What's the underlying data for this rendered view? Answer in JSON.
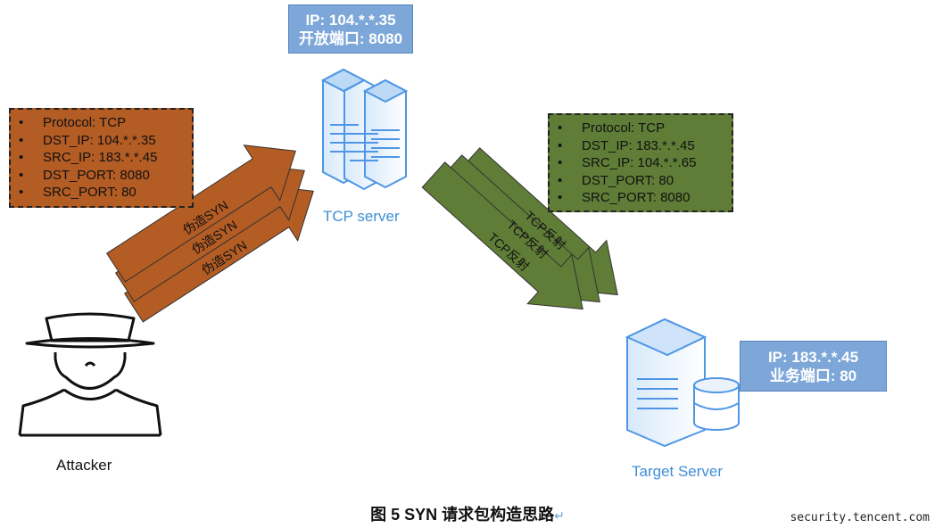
{
  "tcp_server": {
    "ip": "IP: 104.*.*.35",
    "port": "开放端口: 8080",
    "label": "TCP server"
  },
  "target_server": {
    "ip": "IP: 183.*.*.45",
    "port": "业务端口: 80",
    "label": "Target Server"
  },
  "attacker": {
    "label": "Attacker"
  },
  "syn_packet": {
    "fields": [
      "Protocol: TCP",
      "DST_IP: 104.*.*.35",
      "SRC_IP: 183.*.*.45",
      "DST_PORT: 8080",
      "SRC_PORT: 80"
    ],
    "color": "#b35c23"
  },
  "reflect_packet": {
    "fields": [
      "Protocol: TCP",
      "DST_IP: 183.*.*.45",
      "SRC_IP: 104.*.*.65",
      "DST_PORT: 80",
      "SRC_PORT: 8080"
    ],
    "color": "#5f7d37"
  },
  "arrows": {
    "syn_labels": [
      "伪造SYN",
      "伪造SYN",
      "伪造SYN"
    ],
    "reflect_labels": [
      "TCP反射",
      "TCP反射",
      "TCP反射"
    ]
  },
  "caption": "图 5 SYN 请求包构造思路",
  "watermark": "security.tencent.com",
  "colors": {
    "server_blue": "#4f96e6",
    "label_blue": "#3f8fd8",
    "box_blue": "#7da7d8"
  }
}
